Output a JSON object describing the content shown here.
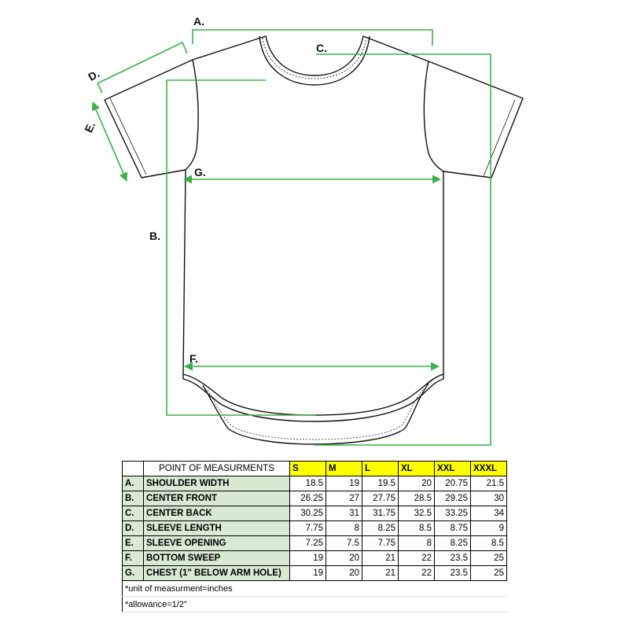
{
  "labels": {
    "a": "A.",
    "b": "B.",
    "c": "C.",
    "d": "D.",
    "e": "E.",
    "f": "F.",
    "g": "G."
  },
  "colors": {
    "measure_line": "#3cb14a",
    "garment_outline": "#111111",
    "size_header_bg": "#ffff00",
    "point_cell_bg": "#d9ead3"
  },
  "table": {
    "title": "POINT OF MEASURMENTS",
    "sizes": [
      "S",
      "M",
      "L",
      "XL",
      "XXL",
      "XXXL"
    ],
    "rows": [
      {
        "code": "A.",
        "name": "SHOULDER WIDTH",
        "values": [
          "18.5",
          "19",
          "19.5",
          "20",
          "20.75",
          "21.5"
        ]
      },
      {
        "code": "B.",
        "name": "CENTER FRONT",
        "values": [
          "26.25",
          "27",
          "27.75",
          "28.5",
          "29.25",
          "30"
        ]
      },
      {
        "code": "C.",
        "name": "CENTER BACK",
        "values": [
          "30.25",
          "31",
          "31.75",
          "32.5",
          "33.25",
          "34"
        ]
      },
      {
        "code": "D.",
        "name": "SLEEVE LENGTH",
        "values": [
          "7.75",
          "8",
          "8.25",
          "8.5",
          "8.75",
          "9"
        ]
      },
      {
        "code": "E.",
        "name": "SLEEVE OPENING",
        "values": [
          "7.25",
          "7.5",
          "7.75",
          "8",
          "8.25",
          "8.5"
        ]
      },
      {
        "code": "F.",
        "name": "BOTTOM SWEEP",
        "values": [
          "19",
          "20",
          "21",
          "22",
          "23.5",
          "25"
        ]
      },
      {
        "code": "G.",
        "name": "CHEST (1\" BELOW ARM HOLE)",
        "values": [
          "19",
          "20",
          "21",
          "22",
          "23.5",
          "25"
        ]
      }
    ],
    "notes": [
      "*unit of measurment=inches",
      "*allowance=1/2\""
    ]
  }
}
